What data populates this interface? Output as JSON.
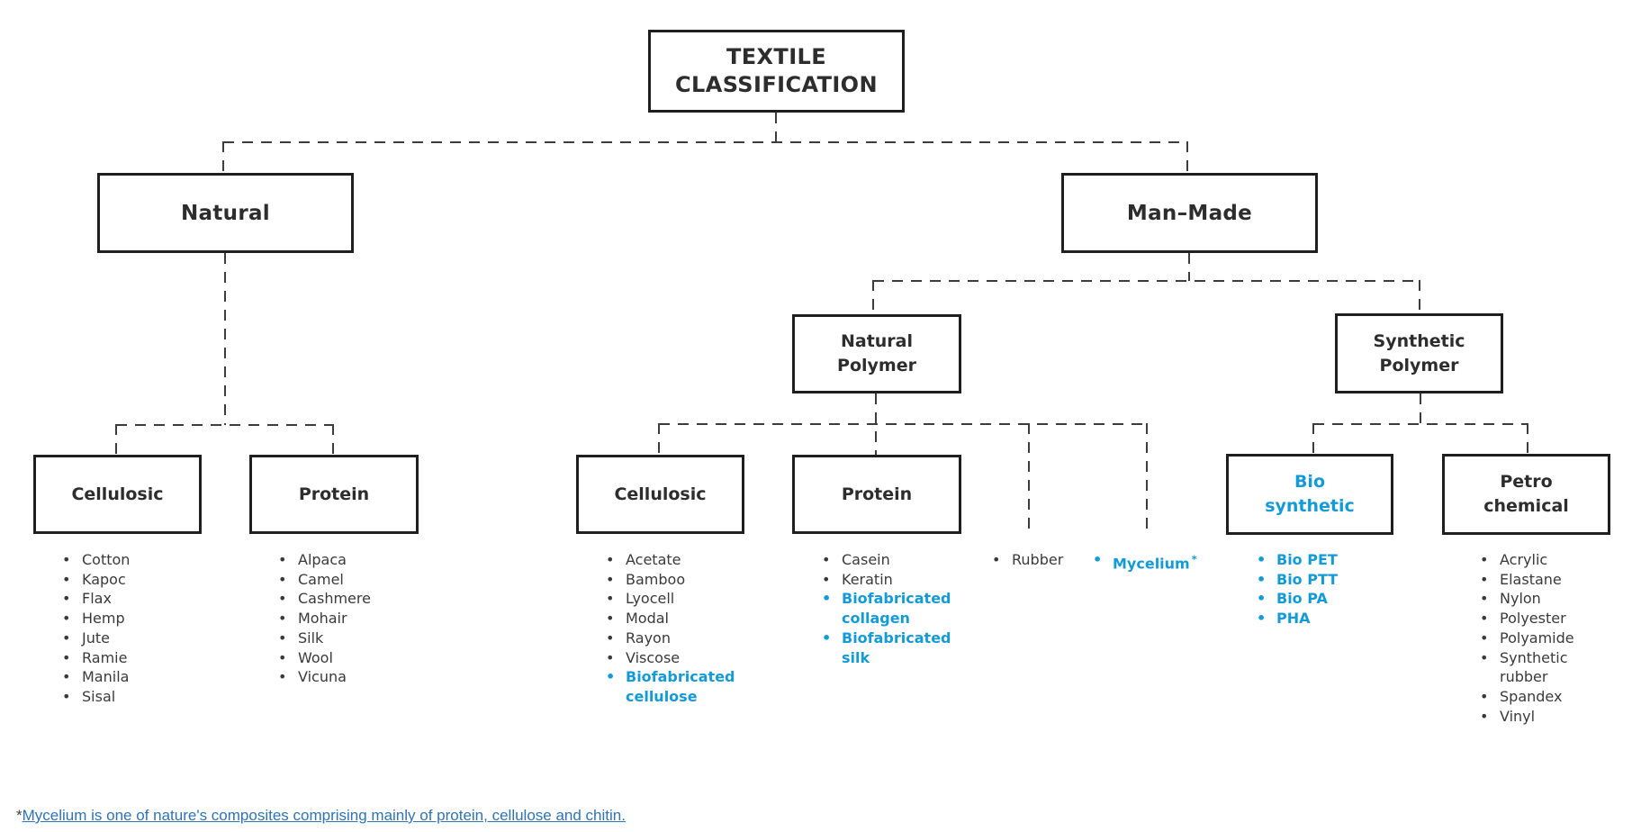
{
  "colors": {
    "accent": "#149BD7",
    "line": "#3C3C3C",
    "box_border": "#1F1F1F",
    "text": "#2D2D2D",
    "footnote_link": "#2E74B6"
  },
  "boxes": {
    "title": {
      "label": "TEXTILE\nCLASSIFICATION"
    },
    "natural": {
      "label": "Natural"
    },
    "man_made": {
      "label": "Man–Made"
    },
    "natural_polymer": {
      "label": "Natural\nPolymer"
    },
    "synthetic_polymer": {
      "label": "Synthetic\nPolymer"
    },
    "cellulosic_natural": {
      "label": "Cellulosic"
    },
    "protein_natural": {
      "label": "Protein"
    },
    "cellulosic_manmade": {
      "label": "Cellulosic"
    },
    "protein_manmade": {
      "label": "Protein"
    },
    "bio_synthetic": {
      "label": "Bio\nsynthetic"
    },
    "petro_chemical": {
      "label": "Petro\nchemical"
    }
  },
  "lists": {
    "cellulosic_natural": [
      {
        "text": "Cotton"
      },
      {
        "text": "Kapoc"
      },
      {
        "text": "Flax"
      },
      {
        "text": "Hemp"
      },
      {
        "text": "Jute"
      },
      {
        "text": "Ramie"
      },
      {
        "text": "Manila"
      },
      {
        "text": "Sisal"
      }
    ],
    "protein_natural": [
      {
        "text": "Alpaca"
      },
      {
        "text": "Camel"
      },
      {
        "text": "Cashmere"
      },
      {
        "text": "Mohair"
      },
      {
        "text": "Silk"
      },
      {
        "text": "Wool"
      },
      {
        "text": "Vicuna"
      }
    ],
    "cellulosic_manmade": [
      {
        "text": "Acetate"
      },
      {
        "text": "Bamboo"
      },
      {
        "text": "Lyocell"
      },
      {
        "text": "Modal"
      },
      {
        "text": "Rayon"
      },
      {
        "text": "Viscose"
      },
      {
        "text": "Biofabricated cellulose",
        "hl": true
      }
    ],
    "protein_manmade": [
      {
        "text": "Casein"
      },
      {
        "text": "Keratin"
      },
      {
        "text": "Biofabricated collagen",
        "hl": true
      },
      {
        "text": "Biofabricated silk",
        "hl": true
      }
    ],
    "rubber": [
      {
        "text": "Rubber"
      }
    ],
    "mycelium": [
      {
        "text": "Mycelium",
        "hl": true,
        "sup": "*"
      }
    ],
    "bio_synthetic": [
      {
        "text": "Bio PET",
        "hl": true
      },
      {
        "text": "Bio PTT",
        "hl": true
      },
      {
        "text": "Bio PA",
        "hl": true
      },
      {
        "text": "PHA",
        "hl": true
      }
    ],
    "petro_chemical": [
      {
        "text": "Acrylic"
      },
      {
        "text": "Elastane"
      },
      {
        "text": "Nylon"
      },
      {
        "text": "Polyester"
      },
      {
        "text": "Polyamide"
      },
      {
        "text": "Synthetic rubber"
      },
      {
        "text": "Spandex"
      },
      {
        "text": "Vinyl"
      }
    ]
  },
  "footnote": {
    "prefix": "*",
    "text": "Mycelium is one of nature's composites comprising mainly of protein, cellulose and chitin."
  }
}
